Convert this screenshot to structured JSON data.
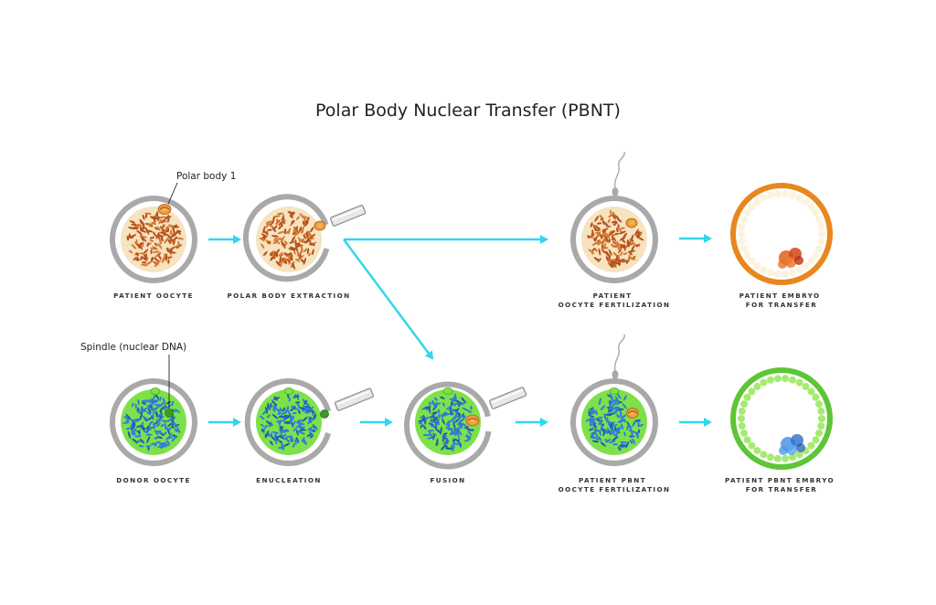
{
  "title": "Polar Body Nuclear Transfer (PBNT)",
  "callouts": {
    "polar_body": "Polar body 1",
    "spindle": "Spindle (nuclear DNA)"
  },
  "steps": {
    "patient_oocyte": [
      "PATIENT OOCYTE"
    ],
    "polar_body_extraction": [
      "POLAR BODY EXTRACTION"
    ],
    "patient_fertilization": [
      "PATIENT",
      "OOCYTE FERTILIZATION"
    ],
    "patient_embryo": [
      "PATIENT EMBRYO",
      "FOR TRANSFER"
    ],
    "donor_oocyte": [
      "DONOR OOCYTE"
    ],
    "enucleation": [
      "ENUCLEATION"
    ],
    "fusion": [
      "FUSION"
    ],
    "pbnt_fertilization": [
      "PATIENT PBNT",
      "OOCYTE FERTILIZATION"
    ],
    "pbnt_embryo": [
      "PATIENT PBNT EMBRYO",
      "FOR TRANSFER"
    ]
  },
  "colors": {
    "arrow": "#33d6ee",
    "shell": "#a9a9a9",
    "patient_cytoplasm": "#f6e3c0",
    "patient_mito": "#b5531c",
    "donor_cytoplasm": "#7ee14a",
    "donor_mito": "#2f7fd6",
    "patient_embryo_ring": "#e8871e",
    "pbnt_embryo_ring": "#5ec536"
  }
}
